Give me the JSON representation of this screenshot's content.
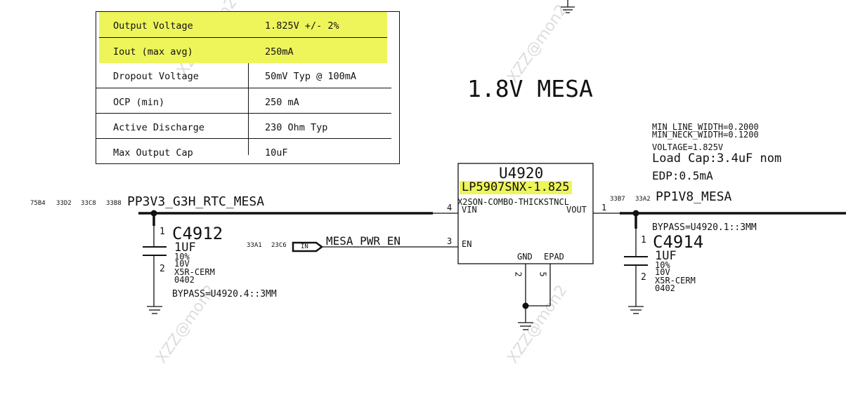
{
  "spec_table": [
    {
      "param": "Output Voltage",
      "value": "1.825V +/- 2%",
      "highlighted": true
    },
    {
      "param": "Iout (max avg)",
      "value": "250mA",
      "highlighted": true
    },
    {
      "param": "Dropout Voltage",
      "value": "50mV Typ @ 100mA",
      "highlighted": false
    },
    {
      "param": "OCP (min)",
      "value": "250 mA",
      "highlighted": false
    },
    {
      "param": "Active Discharge",
      "value": "230 Ohm Typ",
      "highlighted": false
    },
    {
      "param": "Max Output Cap",
      "value": "10uF",
      "highlighted": false
    }
  ],
  "title": "1.8V MESA",
  "watermark": "XZZ@mon2",
  "left_net": {
    "refs": [
      "75B4",
      "33D2",
      "33C8",
      "33B8"
    ],
    "name": "PP3V3_G3H_RTC_MESA"
  },
  "c4912": {
    "ref": "C4912",
    "value": "1UF",
    "tol": "10%",
    "volt": "10V",
    "type": "X5R-CERM",
    "pkg": "0402",
    "pin1": "1",
    "pin2": "2",
    "bypass": "BYPASS=U4920.4::3MM"
  },
  "en_net": {
    "refs": [
      "33A1",
      "23C6"
    ],
    "flag": "IN",
    "name": "MESA_PWR_EN"
  },
  "ic": {
    "ref": "U4920",
    "part": "LP5907SNX-1.825",
    "package": "X2SON-COMBO-THICKSTNCL",
    "pins": {
      "vin": "VIN",
      "vin_num": "4",
      "en": "EN",
      "en_num": "3",
      "vout": "VOUT",
      "vout_num": "1",
      "gnd": "GND",
      "gnd_num": "2",
      "epad": "EPAD",
      "epad_num": "5"
    }
  },
  "right_net": {
    "refs": [
      "33B7",
      "33A2"
    ],
    "name": "PP1V8_MESA",
    "props": [
      "MIN_LINE_WIDTH=0.2000",
      "MIN_NECK_WIDTH=0.1200",
      "VOLTAGE=1.825V"
    ],
    "load_cap": "Load Cap:3.4uF nom",
    "edp": "EDP:0.5mA"
  },
  "c4914": {
    "ref": "C4914",
    "value": "1UF",
    "tol": "10%",
    "volt": "10V",
    "type": "X5R-CERM",
    "pkg": "0402",
    "pin1": "1",
    "pin2": "2",
    "bypass": "BYPASS=U4920.1::3MM"
  }
}
